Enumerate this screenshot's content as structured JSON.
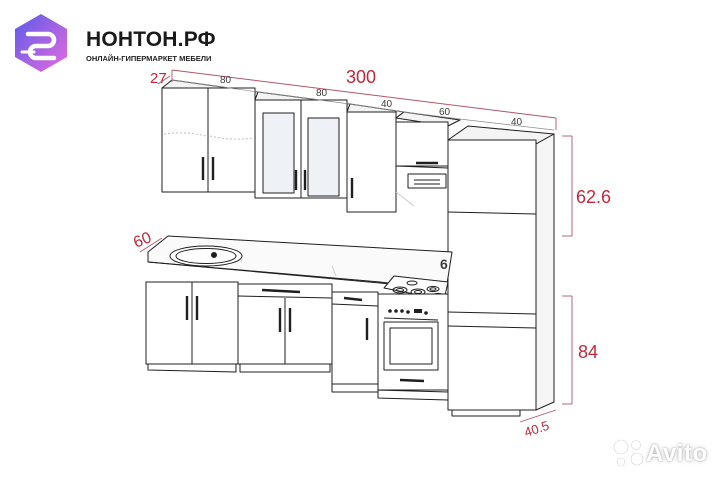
{
  "brand": {
    "name": "НОНТОН.РФ",
    "tagline": "ОНЛАЙН-ГИПЕРМАРКЕТ МЕБЕЛИ",
    "logo_icon": "nonton-logo-icon",
    "logo_colors": [
      "#5b5ce8",
      "#e66adf"
    ]
  },
  "dimensions": {
    "total_width": "300",
    "upper_depth": "27",
    "upper_1": "80",
    "upper_2": "80",
    "upper_3": "40",
    "upper_4": "60",
    "upper_5": "40",
    "upper_height": "62.6",
    "countertop_depth": "60",
    "lower_height": "84",
    "tall_depth": "40.5",
    "partial_mark": "6"
  },
  "watermark": {
    "text": "Avito",
    "icon": "avito-logo-icon"
  },
  "colors": {
    "accent_red": "#c0283a",
    "line": "#1f1f1f",
    "dim_text": "#3a3a3a"
  }
}
